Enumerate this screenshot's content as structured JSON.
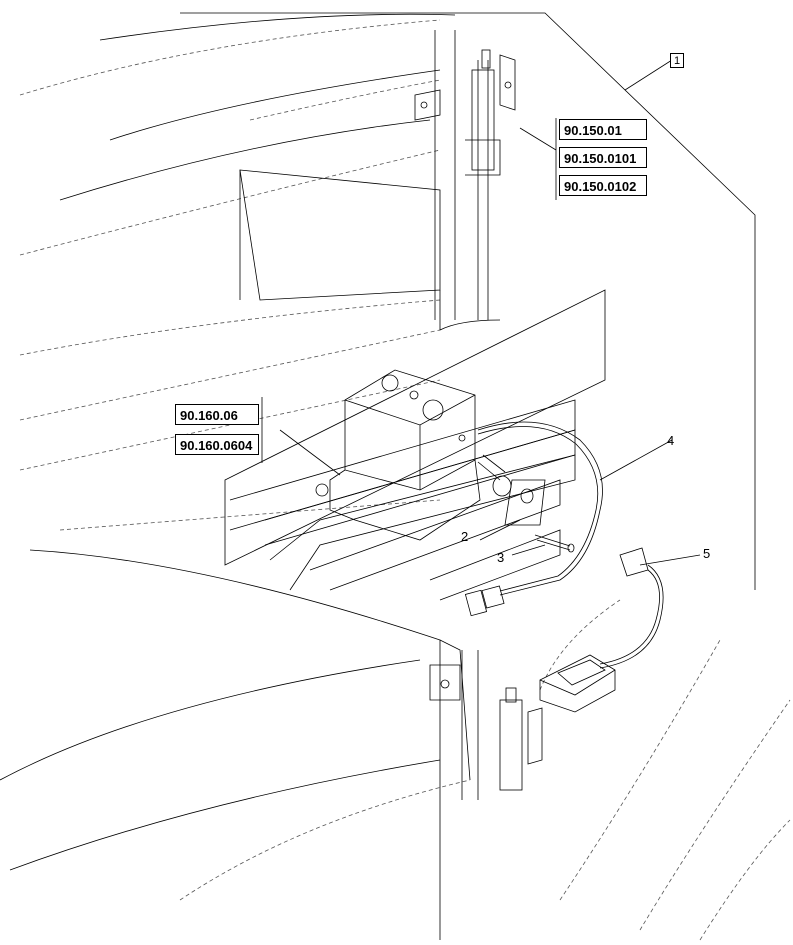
{
  "frame_label": "1",
  "ref_group_top": [
    "90.150.01",
    "90.150.0101",
    "90.150.0102"
  ],
  "ref_group_mid": [
    "90.160.06",
    "90.160.0604"
  ],
  "callouts": [
    "2",
    "3",
    "4",
    "5"
  ]
}
